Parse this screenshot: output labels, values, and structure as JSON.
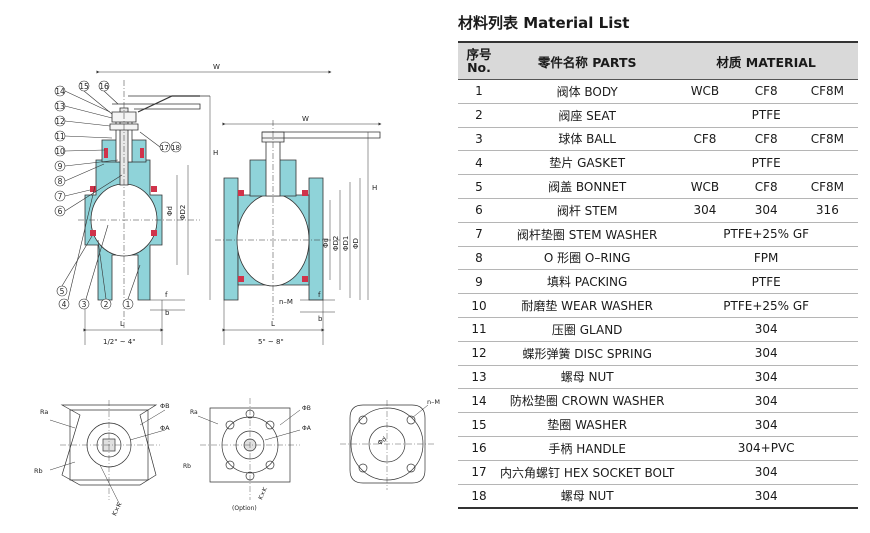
{
  "title": "材料列表 Material List",
  "headers": {
    "no_line1": "序号",
    "no_line2": "No.",
    "parts": "零件名称 PARTS",
    "material": "材质 MATERIAL"
  },
  "rows": [
    {
      "no": "1",
      "part": "阀体 BODY",
      "material": [
        "WCB",
        "CF8",
        "CF8M"
      ]
    },
    {
      "no": "2",
      "part": "阀座 SEAT",
      "material": [
        "PTFE"
      ]
    },
    {
      "no": "3",
      "part": "球体 BALL",
      "material": [
        "CF8",
        "CF8",
        "CF8M"
      ]
    },
    {
      "no": "4",
      "part": "垫片 GASKET",
      "material": [
        "PTFE"
      ]
    },
    {
      "no": "5",
      "part": "阀盖 BONNET",
      "material": [
        "WCB",
        "CF8",
        "CF8M"
      ]
    },
    {
      "no": "6",
      "part": "阀杆 STEM",
      "material": [
        "304",
        "304",
        "316"
      ]
    },
    {
      "no": "7",
      "part": "阀杆垫圈 STEM WASHER",
      "material": [
        "PTFE+25% GF"
      ]
    },
    {
      "no": "8",
      "part": "O 形圈 O–RING",
      "material": [
        "FPM"
      ]
    },
    {
      "no": "9",
      "part": "填料 PACKING",
      "material": [
        "PTFE"
      ]
    },
    {
      "no": "10",
      "part": "耐磨垫 WEAR WASHER",
      "material": [
        "PTFE+25% GF"
      ]
    },
    {
      "no": "11",
      "part": "压圈 GLAND",
      "material": [
        "304"
      ]
    },
    {
      "no": "12",
      "part": "蝶形弹簧 DISC SPRING",
      "material": [
        "304"
      ]
    },
    {
      "no": "13",
      "part": "螺母 NUT",
      "material": [
        "304"
      ]
    },
    {
      "no": "14",
      "part": "防松垫圈 CROWN WASHER",
      "material": [
        "304"
      ]
    },
    {
      "no": "15",
      "part": "垫圈 WASHER",
      "material": [
        "304"
      ]
    },
    {
      "no": "16",
      "part": "手柄 HANDLE",
      "material": [
        "304+PVC"
      ]
    },
    {
      "no": "17",
      "part": "内六角螺钉 HEX SOCKET BOLT",
      "material": [
        "304"
      ]
    },
    {
      "no": "18",
      "part": "螺母 NUT",
      "material": [
        "304"
      ]
    }
  ],
  "drawing_labels": {
    "callouts_left": [
      "14",
      "13",
      "12",
      "11",
      "10",
      "9",
      "8",
      "7",
      "6"
    ],
    "callouts_top": [
      "15",
      "16"
    ],
    "callouts_right": "17 18",
    "callouts_bottom": [
      "5",
      "4",
      "3",
      "2",
      "1"
    ],
    "w": "W",
    "h": "H",
    "l": "L",
    "f": "f",
    "b": "b",
    "d": "Φd",
    "d2": "ΦD2",
    "d1": "ΦD1",
    "D": "ΦD",
    "nm": "n–M",
    "size_small": "1/2\" ~ 4\"",
    "size_large": "5\" ~ 8\"",
    "ra": "Ra",
    "rb": "Rb",
    "phib": "ΦB",
    "phia": "ΦA",
    "kk": "K×K",
    "option": "(Option)",
    "nm2": "n–M"
  },
  "colors": {
    "body": "#8fd3d9",
    "seal": "#d0334a",
    "line": "#333333",
    "header_bg": "#d9d9d9"
  }
}
